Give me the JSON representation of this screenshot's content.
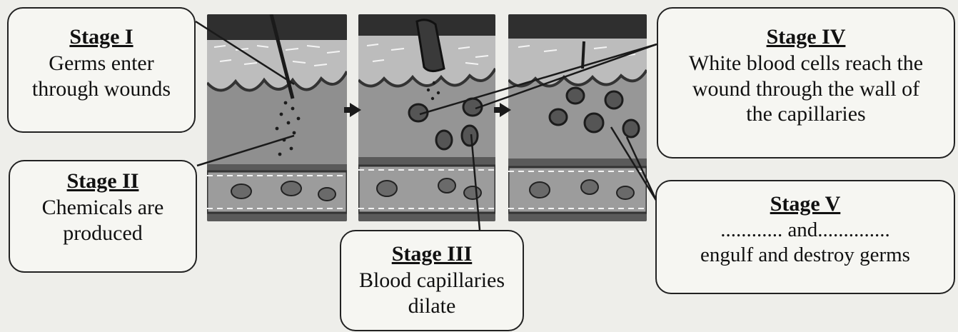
{
  "stages": [
    {
      "title": "Stage I",
      "lines": [
        "Germs enter",
        "through wounds"
      ]
    },
    {
      "title": "Stage II",
      "lines": [
        "Chemicals are",
        "produced"
      ]
    },
    {
      "title": "Stage III",
      "lines": [
        "Blood capillaries",
        "dilate"
      ]
    },
    {
      "title": "Stage IV",
      "lines": [
        "White blood cells reach the",
        "wound through the wall of",
        "the capillaries"
      ]
    },
    {
      "title": "Stage V",
      "lines": [
        "............ and..............",
        "engulf and destroy germs"
      ]
    }
  ],
  "colors": {
    "epidermis": "#3a3a3a",
    "dermis": "#7d7d7d",
    "tissue": "#9a9a9a",
    "vessel": "#4a4a4a",
    "cell": "#2a2a2a",
    "outline": "#222222"
  }
}
